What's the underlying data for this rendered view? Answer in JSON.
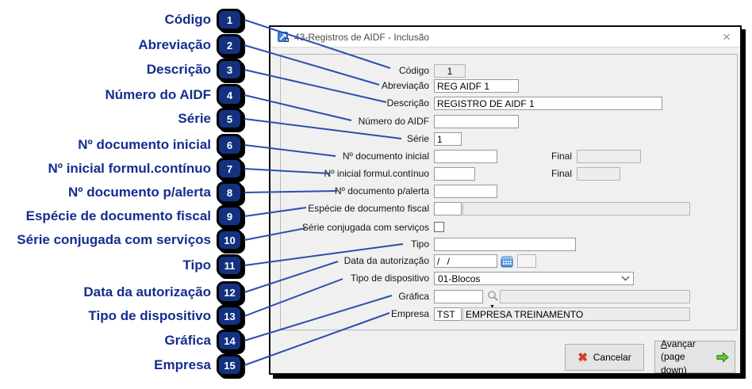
{
  "colors": {
    "badge_blue": "#14317f",
    "line_blue": "#2b4fb0",
    "callout_text_blue": "#152d8f"
  },
  "callouts": [
    {
      "num": "1",
      "label": "Código"
    },
    {
      "num": "2",
      "label": "Abreviação"
    },
    {
      "num": "3",
      "label": "Descrição"
    },
    {
      "num": "4",
      "label": "Número do AIDF"
    },
    {
      "num": "5",
      "label": "Série"
    },
    {
      "num": "6",
      "label": "Nº documento inicial"
    },
    {
      "num": "7",
      "label": "Nº inicial formul.contínuo"
    },
    {
      "num": "8",
      "label": "Nº documento p/alerta"
    },
    {
      "num": "9",
      "label": "Espécie de documento fiscal"
    },
    {
      "num": "10",
      "label": "Série conjugada com serviços"
    },
    {
      "num": "11",
      "label": "Tipo"
    },
    {
      "num": "12",
      "label": "Data da autorização"
    },
    {
      "num": "13",
      "label": "Tipo de dispositivo"
    },
    {
      "num": "14",
      "label": "Gráfica"
    },
    {
      "num": "15",
      "label": "Empresa"
    }
  ],
  "window": {
    "title": "43-Registros de AIDF - Inclusão",
    "close": "×"
  },
  "form": {
    "codigo": {
      "label": "Código",
      "value": "1"
    },
    "abreviacao": {
      "label": "Abreviação",
      "value": "REG AIDF 1"
    },
    "descricao": {
      "label": "Descrição",
      "value": "REGISTRO DE AIDF 1"
    },
    "numero_aidf": {
      "label": "Número do AIDF",
      "value": ""
    },
    "serie": {
      "label": "Série",
      "value": "1"
    },
    "doc_inicial": {
      "label": "Nº documento inicial",
      "value": "",
      "final_label": "Final",
      "final_value": ""
    },
    "formul_continuo": {
      "label": "Nº inicial formul.contínuo",
      "value": "",
      "final_label": "Final",
      "final_value": ""
    },
    "doc_alerta": {
      "label": "Nº documento p/alerta",
      "value": ""
    },
    "especie": {
      "label": "Espécie de documento fiscal",
      "code": "",
      "name": ""
    },
    "serie_conjugada": {
      "label": "Série conjugada com serviços",
      "checked": false
    },
    "tipo": {
      "label": "Tipo",
      "value": ""
    },
    "data_autorizacao": {
      "label": "Data da autorização",
      "value": "/ /",
      "aux": ""
    },
    "tipo_dispositivo": {
      "label": "Tipo de dispositivo",
      "value": "01-Blocos"
    },
    "grafica": {
      "label": "Gráfica",
      "code": "",
      "name": ""
    },
    "empresa": {
      "label": "Empresa",
      "code": "TST",
      "name": "EMPRESA TREINAMENTO"
    }
  },
  "buttons": {
    "cancel": {
      "label": "Cancelar",
      "icon": "✖"
    },
    "next": {
      "ak": "A",
      "rest": "vançar",
      "line2": "(page down)"
    }
  }
}
